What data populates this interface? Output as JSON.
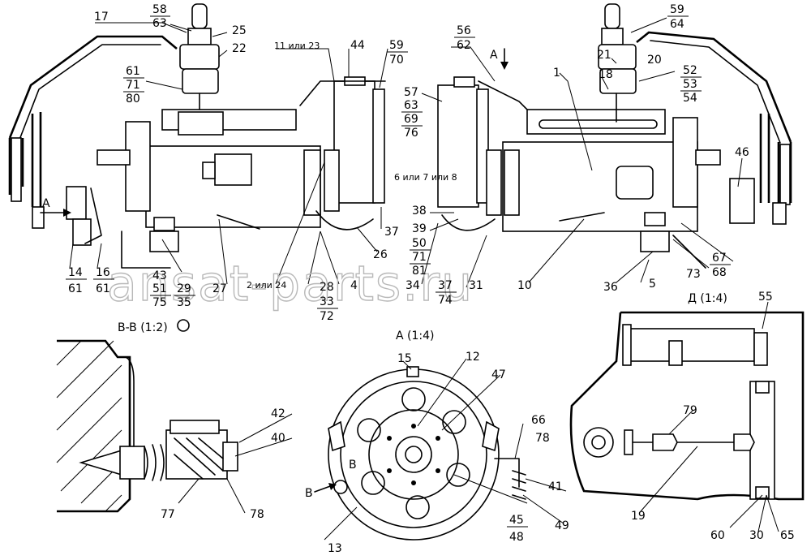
{
  "watermark": "ansat-parts.ru",
  "views": {
    "section_bb": "B-B (1:2)",
    "view_a": "A (1:4)",
    "view_d": "Д (1:4)",
    "arrow_a_left": "A",
    "arrow_a_top": "A",
    "arrow_b": "B",
    "arrow_b2": "B"
  },
  "callouts": {
    "c1": "1",
    "c4": "4",
    "c5": "5",
    "c10": "10",
    "c11": "11 или 23",
    "c12": "12",
    "c13": "13",
    "c14": "14",
    "c15": "15",
    "c16": "16",
    "c17": "17",
    "c18": "18",
    "c19": "19",
    "c20": "20",
    "c21": "21",
    "c22": "22",
    "c25": "25",
    "c26": "26",
    "c27": "27",
    "c28": "28",
    "c29": "29",
    "c30": "30",
    "c31": "31",
    "c33": "33",
    "c34": "34",
    "c35": "35",
    "c36": "36",
    "c37a": "37",
    "c37b": "37",
    "c38": "38",
    "c39": "39",
    "c40": "40",
    "c41": "41",
    "c42": "42",
    "c43": "43",
    "c44": "44",
    "c45": "45",
    "c46": "46",
    "c47": "47",
    "c48": "48",
    "c49": "49",
    "c50": "50",
    "c51": "51",
    "c52": "52",
    "c53": "53",
    "c54": "54",
    "c55": "55",
    "c56": "56",
    "c57": "57",
    "c58": "58",
    "c59a": "59",
    "c59b": "59",
    "c60": "60",
    "c61a": "61",
    "c61b": "61",
    "c61c": "61",
    "c62": "62",
    "c63a": "63",
    "c63b": "63",
    "c64": "64",
    "c65": "65",
    "c66": "66",
    "c67": "67",
    "c68": "68",
    "c69": "69",
    "c70": "70",
    "c71a": "71",
    "c71b": "71",
    "c72": "72",
    "c73": "73",
    "c74": "74",
    "c75": "75",
    "c76": "76",
    "c77": "77",
    "c78a": "78",
    "c78b": "78",
    "c79": "79",
    "c80": "80",
    "c81": "81",
    "c2or24": "2 или 24",
    "c6or7or8": "6 или 7 или 8"
  }
}
